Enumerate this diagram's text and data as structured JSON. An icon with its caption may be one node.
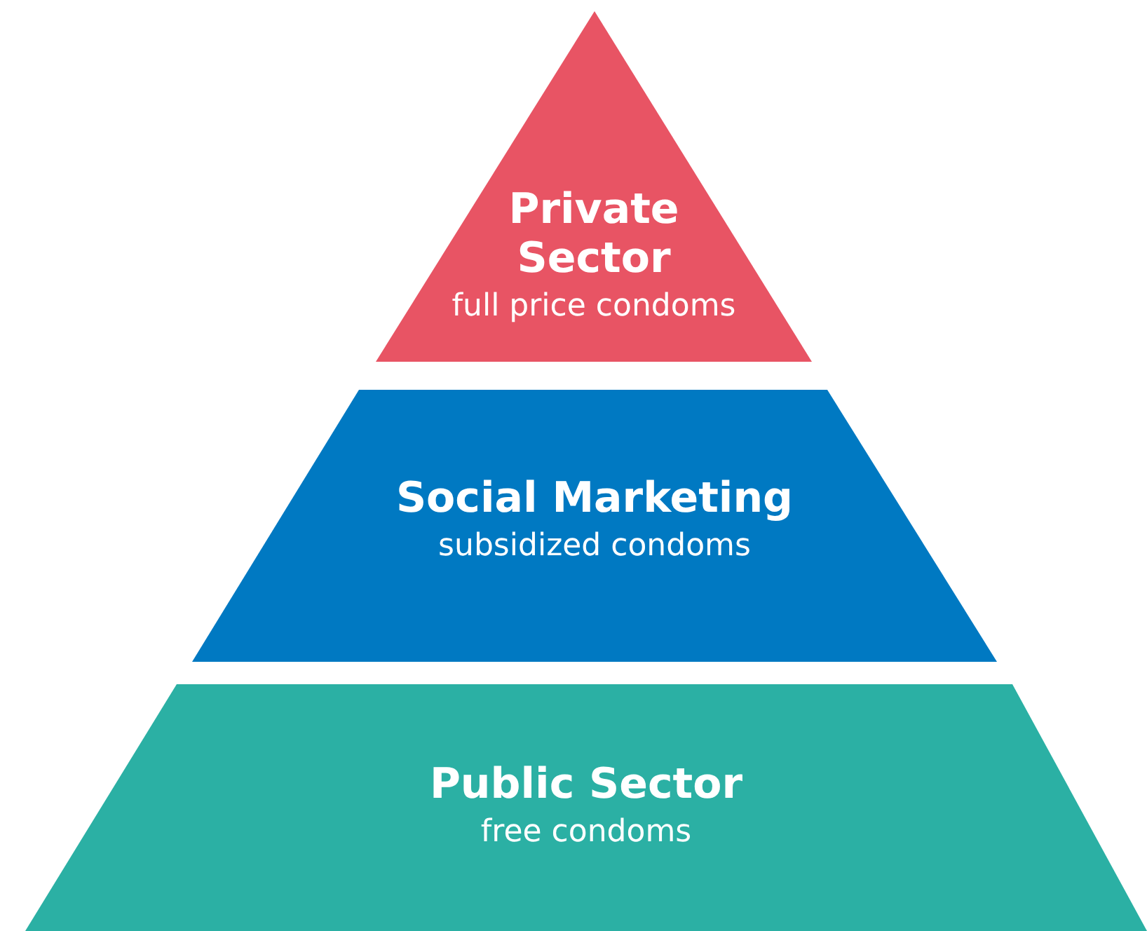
{
  "diagram": {
    "nodes": [
      {
        "text": [
          "Private Sector",
          "full price condoms"
        ]
      },
      {
        "text": [
          "Social Marketing",
          "subsidized condoms"
        ]
      },
      {
        "text": [
          "Public Sector",
          "free condoms"
        ]
      }
    ]
  }
}
